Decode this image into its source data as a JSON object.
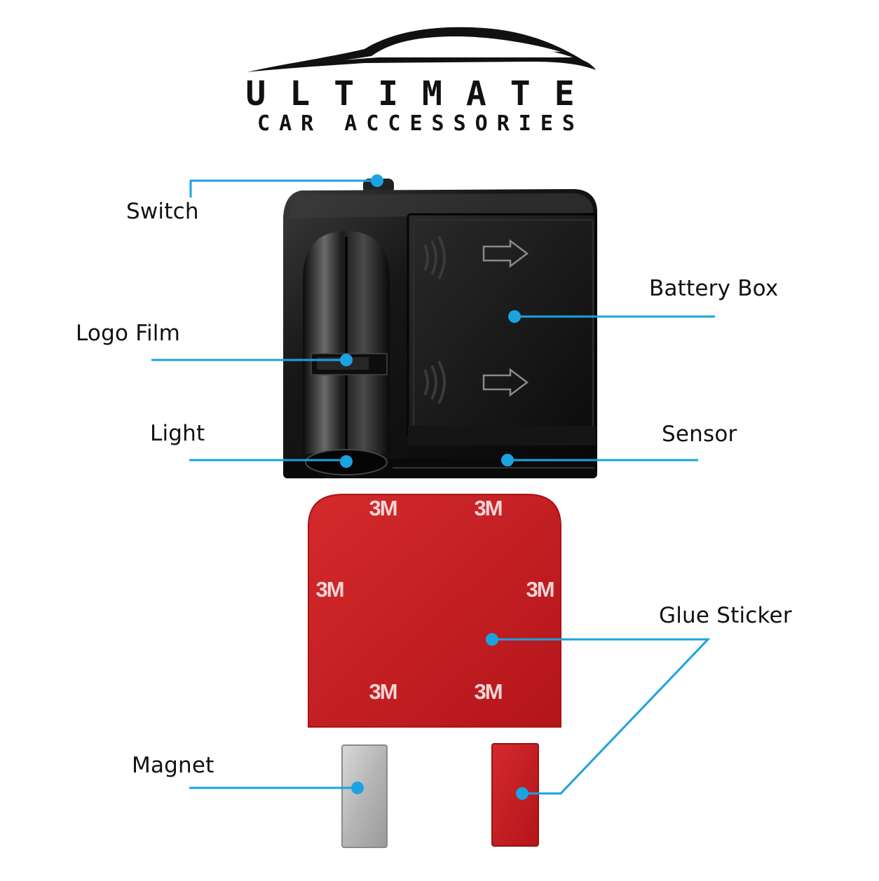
{
  "brand": {
    "line1": "ULTIMATE",
    "line2": "CAR ACCESSORIES",
    "logo_icon": "car-silhouette-icon"
  },
  "labels": {
    "switch": "Switch",
    "battery_box": "Battery Box",
    "logo_film": "Logo Film",
    "light": "Light",
    "sensor": "Sensor",
    "glue_sticker": "Glue Sticker",
    "magnet": "Magnet"
  },
  "sticker_marks": [
    "3M",
    "3M",
    "3M",
    "3M",
    "3M",
    "3M"
  ],
  "colors": {
    "callout": "#1aa3e0",
    "device_body": "#141414",
    "sticker_red": "#c81e22",
    "magnet_silver": "#bdbdbd",
    "text": "#111111"
  }
}
